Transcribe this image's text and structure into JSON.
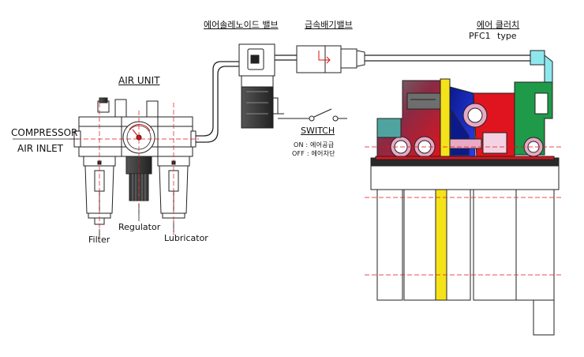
{
  "labels": {
    "compressor": "COMPRESSOR",
    "air_inlet": "AIR INLET",
    "air_unit": "AIR UNIT",
    "solenoid_valve": "에어솔레노이드 밸브",
    "quick_exhaust_valve": "급속배기밸브",
    "air_cooler": "에어 클러치",
    "model": "PFC1",
    "model_type": "type",
    "switch": "SWITCH",
    "switch_on": "ON : 에어공급",
    "switch_off": "OFF : 에어차단",
    "filter": "Filter",
    "regulator": "Regulator",
    "lubricator": "Lubricator"
  },
  "colors": {
    "line": "#111111",
    "red": "#e0141e",
    "blue": "#1b2fd6",
    "yellow": "#f5e31a",
    "green": "#1f9a49",
    "teal": "#4fa4a0",
    "pink": "#e9a8c6",
    "cyan": "#8fe7ee",
    "gray": "#9a9a9a",
    "dark": "#2a2a2a"
  }
}
